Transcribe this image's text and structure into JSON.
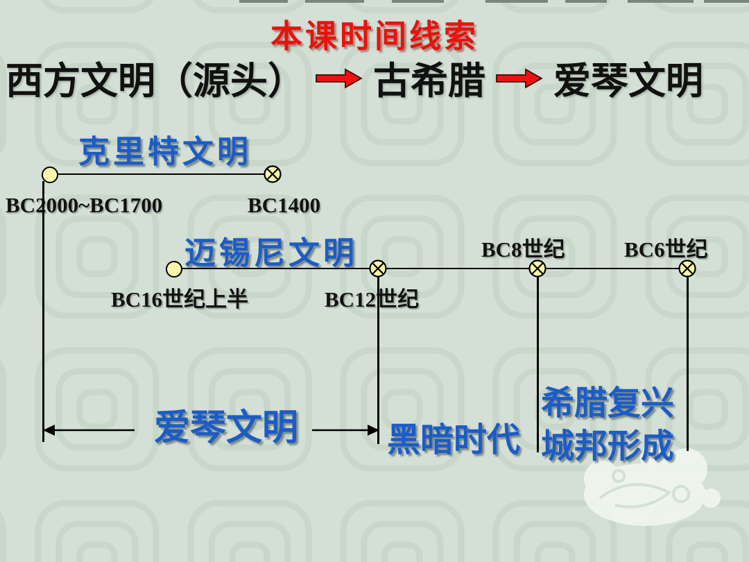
{
  "slide": {
    "title": "本课时间线索",
    "heading": {
      "part1": "西方文明（源头）",
      "part2": "古希腊",
      "part3": "爱琴文明"
    },
    "timelines": {
      "crete": {
        "label": "克里特文明",
        "start_label": "BC2000~BC1700",
        "end_label": "BC1400"
      },
      "mycenae": {
        "label": "迈锡尼文明",
        "start_label": "BC16世纪上半",
        "end_label": "BC12世纪"
      },
      "later_marks": {
        "bc8": "BC8世纪",
        "bc6": "BC6世纪"
      }
    },
    "periods": {
      "aegean": "爱琴文明",
      "dark_age": "黑暗时代",
      "revival_line1": "希腊复兴",
      "revival_line2": "城邦形成"
    },
    "icons": {
      "red_arrow": "block-arrow-right",
      "timeline_start": "filled-yellow-circle",
      "timeline_end": "circled-x",
      "aegean_span": "double-headed-arrow"
    },
    "colors": {
      "background": "#d4dfd5",
      "pattern_green": "#9db8a0",
      "title_red": "#e8130d",
      "arrow_red": "#ee1111",
      "text_black": "#111111",
      "label_blue": "#1b5cc8",
      "node_yellow": "#f8f5ad",
      "line_black": "#000000"
    }
  }
}
